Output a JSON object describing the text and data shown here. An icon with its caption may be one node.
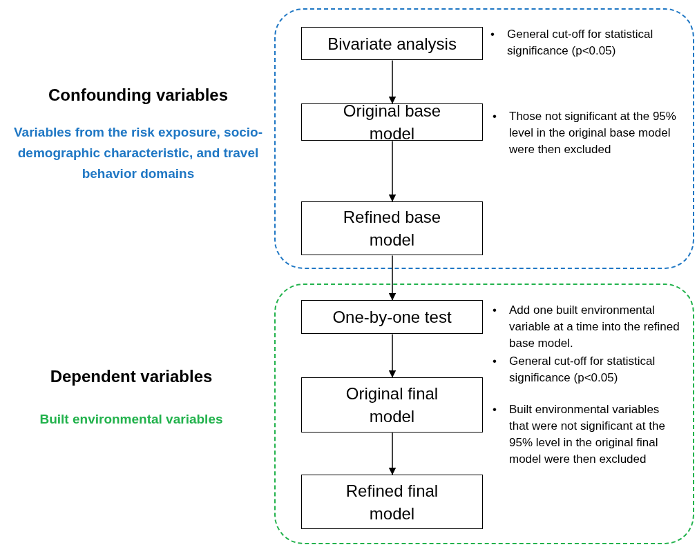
{
  "diagram": {
    "nodes": [
      {
        "text": [],
        "shape": "box"
      },
      {
        "text": [
          "Bivariate analysis"
        ],
        "in": 0
      },
      {
        "text": [
          "Original base model"
        ],
        "in": 0
      },
      {
        "text": [
          "Refined base model"
        ],
        "in": 0
      },
      {
        "text": [],
        "shape": "box"
      },
      {
        "text": [
          "One-by-one test"
        ],
        "in": 4
      },
      {
        "text": [
          "Original final model"
        ],
        "in": 4
      },
      {
        "text": [
          "Refined final model"
        ],
        "in": 4
      }
    ],
    "edges": [
      {
        "from": 1,
        "to": 2,
        "arrow": "to"
      },
      {
        "from": 2,
        "to": 3,
        "arrow": "to"
      },
      {
        "from": 3,
        "to": 5,
        "arrow": "to"
      },
      {
        "from": 5,
        "to": 6,
        "arrow": "to"
      },
      {
        "from": 6,
        "to": 7,
        "arrow": "to"
      }
    ],
    "labels": [
      "•",
      "General cut-off for statistical significance (p<0.05)",
      "Confounding variables",
      "Variables from the risk exposure, socio-demographic characteristic, and travel behavior domains",
      "•",
      "Those not significant at the 95% level in the original base model were then excluded",
      "•",
      "Add one built environmental variable at a time into the refined base model.",
      "•",
      "General cut-off for statistical significance (p<0.05)",
      "Dependent variables",
      "•",
      "Built environmental variables that were not significant at the 95% level in the original final model were then excluded",
      "Built environmental variables"
    ]
  }
}
